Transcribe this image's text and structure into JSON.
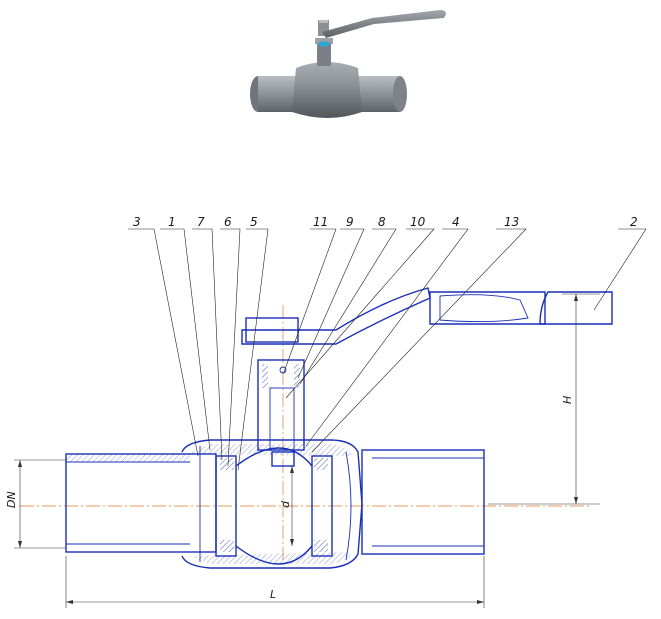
{
  "drawing": {
    "callouts": [
      "3",
      "1",
      "7",
      "6",
      "5",
      "11",
      "9",
      "8",
      "10",
      "4",
      "13",
      "2"
    ],
    "dimensions": {
      "dn": "DN",
      "d": "d",
      "h": "H",
      "l": "L"
    }
  },
  "colors": {
    "outline": "#1a2fb8",
    "axis": "#e07a2a",
    "hatch": "#1a2fb8",
    "render_body": "#8a8f94"
  }
}
